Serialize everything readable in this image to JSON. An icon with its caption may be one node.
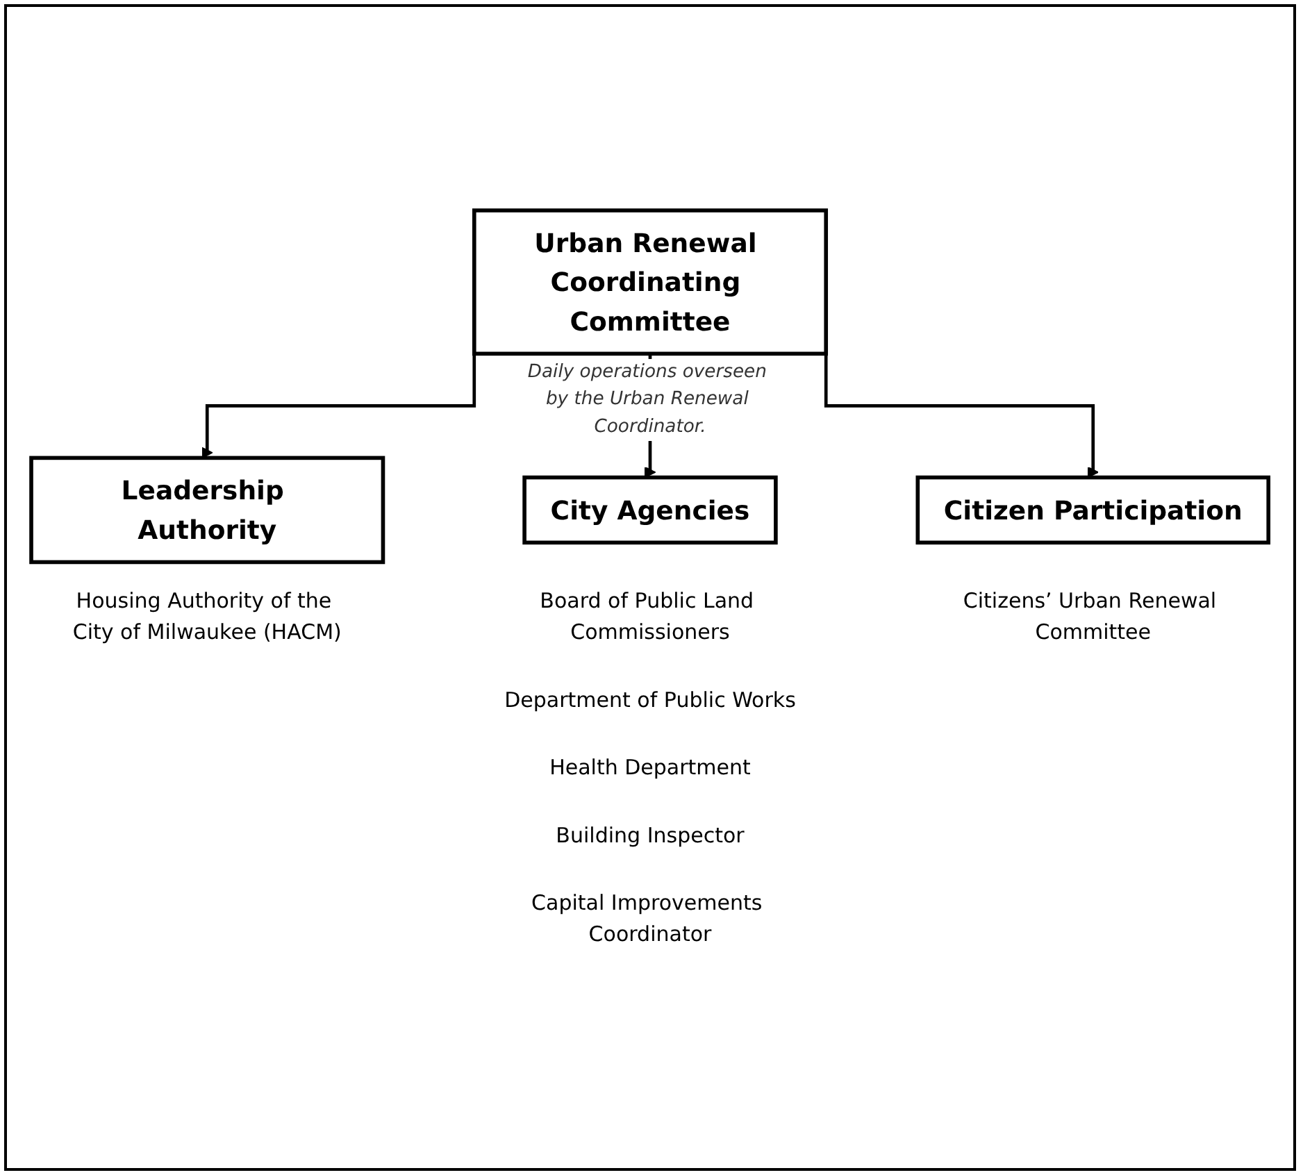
{
  "diagram": {
    "nodes": [
      {
        "text": [
          "Urban Renewal Coordinating Committee"
        ]
      },
      {
        "text": [
          "Leadership Authority"
        ],
        "beside": [
          "Housing Authority of the City of Milwaukee (HACM)"
        ]
      },
      {
        "text": [
          "City Agencies"
        ],
        "beside": [
          "Board of Public Land Commissioners",
          "Department of Public Works",
          "Health Department",
          "Building Inspector",
          "Capital Improvements Coordinator"
        ]
      },
      {
        "text": [
          "Citizen Participation"
        ],
        "beside": [
          "Citizens’ Urban Renewal Committee"
        ]
      }
    ],
    "edges": [
      {
        "from": 0,
        "to": 1,
        "arrow": "to"
      },
      {
        "from": 0,
        "to": 2,
        "arrow": "to",
        "label": "Daily operations overseen by the Urban Renewal Coordinator."
      },
      {
        "from": 0,
        "to": 3,
        "arrow": "to"
      }
    ]
  }
}
